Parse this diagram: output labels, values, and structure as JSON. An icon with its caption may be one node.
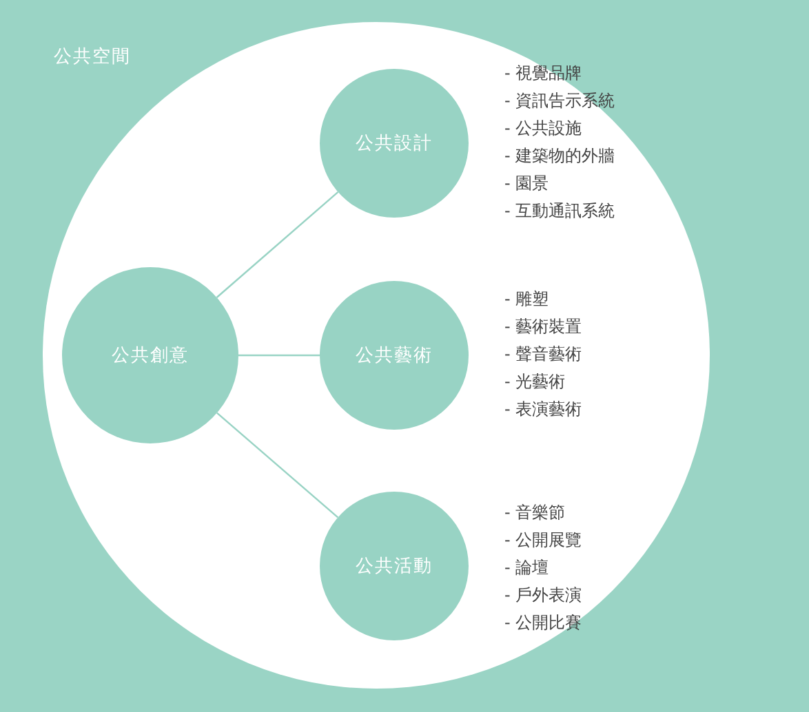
{
  "diagram": {
    "nodes": [
      {
        "text": [
          "公共空間"
        ]
      },
      {
        "text": [
          "公共創意"
        ],
        "in": 0
      },
      {
        "text": [
          "公共設計"
        ],
        "in": 0,
        "beside": [
          "- 視覺品牌",
          "- 資訊告示系統",
          "- 公共設施",
          "- 建築物的外牆",
          "- 園景",
          "- 互動通訊系統"
        ]
      },
      {
        "text": [
          "公共藝術"
        ],
        "in": 0,
        "beside": [
          "- 雕塑",
          "- 藝術裝置",
          "- 聲音藝術",
          "- 光藝術",
          "- 表演藝術"
        ]
      },
      {
        "text": [
          "公共活動"
        ],
        "in": 0,
        "beside": [
          "- 音樂節",
          "- 公開展覽",
          "- 論壇",
          "- 戶外表演",
          "- 公開比賽"
        ]
      }
    ],
    "edges": [
      {
        "from": 1,
        "to": 2,
        "arrow": "none"
      },
      {
        "from": 1,
        "to": 3,
        "arrow": "none"
      },
      {
        "from": 1,
        "to": 4,
        "arrow": "none"
      }
    ]
  }
}
